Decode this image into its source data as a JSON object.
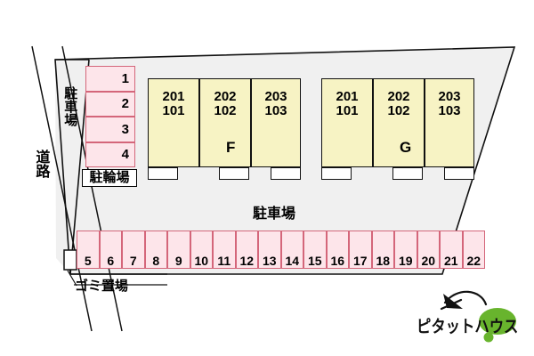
{
  "site_map": {
    "background_color": "#ffffff",
    "site_fill": "#f0f0f0",
    "lot_fill": "#fde5ea",
    "lot_border": "#d4667a",
    "building_fill": "#f7f3c4",
    "building_border": "#111111",
    "logo_green": "#68b42d",
    "labels": {
      "road": "道路",
      "parking_left": "駐車場",
      "parking_bottom": "駐車場",
      "bicycle_parking": "駐輪場",
      "garbage_area": "ゴミ置場"
    },
    "left_parking_stalls": [
      "1",
      "2",
      "3",
      "4"
    ],
    "bottom_parking_stalls": [
      "5",
      "6",
      "7",
      "8",
      "9",
      "10",
      "11",
      "12",
      "13",
      "14",
      "15",
      "16",
      "17",
      "18",
      "19",
      "20",
      "21",
      "22"
    ],
    "buildings": [
      {
        "letter": "F",
        "units": [
          {
            "upper": "201",
            "lower": "101"
          },
          {
            "upper": "202",
            "lower": "102"
          },
          {
            "upper": "203",
            "lower": "103"
          }
        ]
      },
      {
        "letter": "G",
        "units": [
          {
            "upper": "201",
            "lower": "101"
          },
          {
            "upper": "202",
            "lower": "102"
          },
          {
            "upper": "203",
            "lower": "103"
          }
        ]
      }
    ],
    "logo": {
      "brand": "ピタットハウス"
    }
  }
}
